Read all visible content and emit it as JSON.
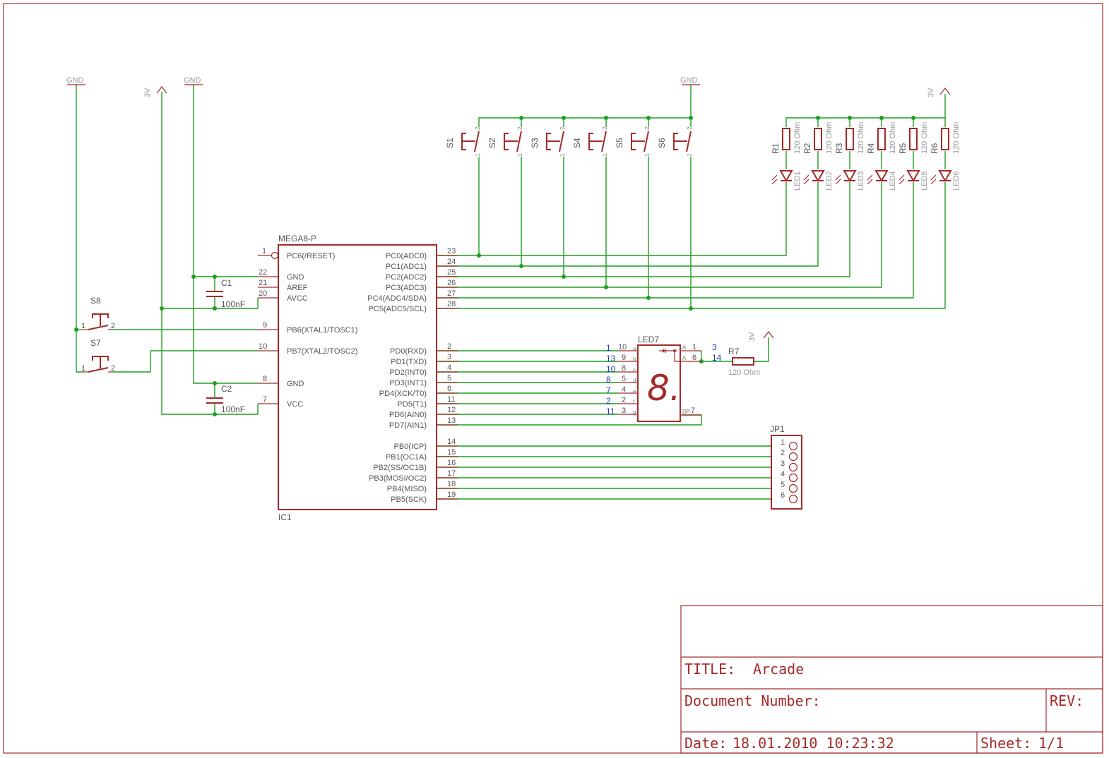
{
  "symbols": {
    "gnd": "GND",
    "v3": "3V"
  },
  "ic": {
    "type": "MEGA8-P",
    "name": "IC1",
    "left_pins": [
      {
        "num": "1",
        "name": "PC6(/RESET)"
      },
      {
        "num": "22",
        "name": "GND"
      },
      {
        "num": "21",
        "name": "AREF"
      },
      {
        "num": "20",
        "name": "AVCC"
      },
      {
        "num": "9",
        "name": "PB6(XTAL1/TOSC1)"
      },
      {
        "num": "10",
        "name": "PB7(XTAL2/TOSC2)"
      },
      {
        "num": "8",
        "name": "GND"
      },
      {
        "num": "7",
        "name": "VCC"
      }
    ],
    "right_pins": [
      {
        "num": "23",
        "name": "PC0(ADC0)"
      },
      {
        "num": "24",
        "name": "PC1(ADC1)"
      },
      {
        "num": "25",
        "name": "PC2(ADC2)"
      },
      {
        "num": "26",
        "name": "PC3(ADC3)"
      },
      {
        "num": "27",
        "name": "PC4(ADC4/SDA)"
      },
      {
        "num": "28",
        "name": "PC5(ADC5/SCL)"
      },
      {
        "num": "2",
        "name": "PD0(RXD)"
      },
      {
        "num": "3",
        "name": "PD1(TXD)"
      },
      {
        "num": "4",
        "name": "PD2(INT0)"
      },
      {
        "num": "5",
        "name": "PD3(INT1)"
      },
      {
        "num": "6",
        "name": "PD4(XCK/T0)"
      },
      {
        "num": "11",
        "name": "PD5(T1)"
      },
      {
        "num": "12",
        "name": "PD6(AIN0)"
      },
      {
        "num": "13",
        "name": "PD7(AIN1)"
      },
      {
        "num": "14",
        "name": "PB0(ICP)"
      },
      {
        "num": "15",
        "name": "PB1(OC1A)"
      },
      {
        "num": "16",
        "name": "PB2(SS/OC1B)"
      },
      {
        "num": "17",
        "name": "PB3(MOSI/OC2)"
      },
      {
        "num": "18",
        "name": "PB4(MISO)"
      },
      {
        "num": "19",
        "name": "PB5(SCK)"
      }
    ]
  },
  "capacitors": [
    {
      "name": "C1",
      "value": "100nF"
    },
    {
      "name": "C2",
      "value": "100nF"
    }
  ],
  "switches_top": [
    "S1",
    "S2",
    "S3",
    "S4",
    "S5",
    "S6"
  ],
  "switches_left": [
    "S8",
    "S7"
  ],
  "switch_pins": [
    "1",
    "2"
  ],
  "resistors_top": [
    {
      "name": "R1",
      "value": "120 Ohm"
    },
    {
      "name": "R2",
      "value": "120 Ohm"
    },
    {
      "name": "R3",
      "value": "120 Ohm"
    },
    {
      "name": "R4",
      "value": "120 Ohm"
    },
    {
      "name": "R5",
      "value": "120 Ohm"
    },
    {
      "name": "R6",
      "value": "120 Ohm"
    }
  ],
  "leds": [
    "LED1",
    "LED2",
    "LED3",
    "LED4",
    "LED5",
    "LED6"
  ],
  "seg_display": {
    "name": "LED7",
    "glyph": "8.",
    "pins": [
      {
        "blue": "1",
        "num": "10",
        "seg": "a"
      },
      {
        "blue": "13",
        "num": "9",
        "seg": "b"
      },
      {
        "blue": "10",
        "num": "8",
        "seg": "c"
      },
      {
        "blue": "8",
        "num": "5",
        "seg": "d"
      },
      {
        "blue": "7",
        "num": "4",
        "seg": "e"
      },
      {
        "blue": "2",
        "num": "2",
        "seg": "f"
      },
      {
        "blue": "11",
        "num": "3",
        "seg": "g"
      }
    ],
    "anode_pins": [
      {
        "seg": "A",
        "num": "1",
        "blue": "3"
      },
      {
        "seg": "A",
        "num": "6",
        "blue": "14"
      }
    ],
    "dp_seg": "DP",
    "dp_num": "7"
  },
  "r7": {
    "name": "R7",
    "value": "120 Ohm"
  },
  "jp1": {
    "name": "JP1",
    "pins": [
      "1",
      "2",
      "3",
      "4",
      "5",
      "6"
    ]
  },
  "title_block": {
    "title_label": "TITLE:",
    "title": "Arcade",
    "doc_label": "Document Number:",
    "rev_label": "REV:",
    "date_label": "Date:",
    "date": "18.01.2010 10:23:32",
    "sheet_label": "Sheet:",
    "sheet": "1/1"
  }
}
